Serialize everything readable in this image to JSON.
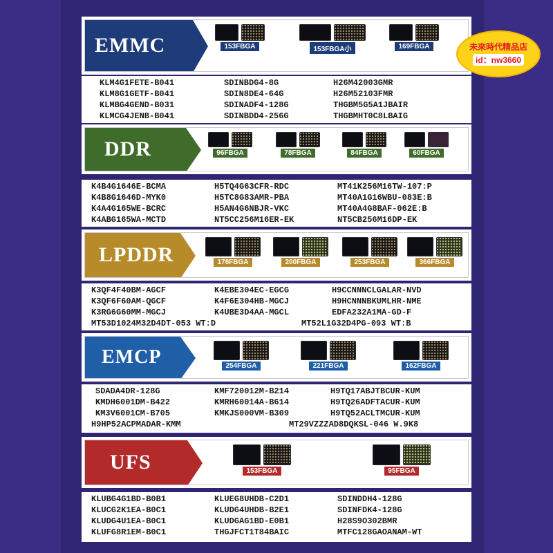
{
  "badge": {
    "line1": "未來時代精品店",
    "line2": "id：nw3660"
  },
  "colors": {
    "emmc": "#1e3b7a",
    "ddr": "#3f6c2a",
    "lpddr": "#b88b2a",
    "emcp": "#1f5fa8",
    "ufs": "#b32a2a"
  },
  "sections": [
    {
      "title": "EMMC",
      "chips": [
        {
          "label": "153FBGA",
          "icon": "emmc-chip-icon"
        },
        {
          "label": "153FBGA小",
          "icon": "emmc-chip-icon"
        },
        {
          "label": "169FBGA",
          "icon": "emmc-chip-icon"
        }
      ],
      "parts": [
        [
          "KLM4G1FETE-B041",
          "SDINBDG4-8G",
          "H26M42003GMR"
        ],
        [
          "KLM8G1GETF-B041",
          "SDIN8DE4-64G",
          "H26M52103FMR"
        ],
        [
          "KLMBG4GEND-B031",
          "SDINADF4-128G",
          "THGBM5G5A1JBAIR"
        ],
        [
          "KLMCG4JENB-B041",
          "SDINBDD4-256G",
          "THGBMHT0C8LBAIG"
        ]
      ]
    },
    {
      "title": "DDR",
      "chips": [
        {
          "label": "96FBGA",
          "icon": "ddr-chip-icon"
        },
        {
          "label": "78FBGA",
          "icon": "ddr-chip-icon"
        },
        {
          "label": "84FBGA",
          "icon": "ddr-chip-icon"
        },
        {
          "label": "60FBGA",
          "icon": "ddr-chip-icon"
        }
      ],
      "parts": [
        [
          "K4B4G1646E-BCMA",
          "H5TQ4G63CFR-RDC",
          "MT41K256M16TW-107:P"
        ],
        [
          "K4B8G1646D-MYK0",
          "H5TC8G83AMR-PBA",
          "MT40A1G16WBU-083E:B"
        ],
        [
          "K4A4G165WE-BCRC",
          "H5AN4G6NBJR-VKC",
          "MT40A4G8BAF-062E:B"
        ],
        [
          "K4ABG165WA-MCTD",
          "NT5CC256M16ER-EK",
          "NT5CB256M16DP-EK"
        ]
      ]
    },
    {
      "title": "LPDDR",
      "chips": [
        {
          "label": "178FBGA",
          "icon": "lpddr-chip-icon"
        },
        {
          "label": "200FBGA",
          "icon": "lpddr-chip-icon"
        },
        {
          "label": "253FBGA",
          "icon": "lpddr-chip-icon"
        },
        {
          "label": "366FBGA",
          "icon": "lpddr-chip-icon"
        }
      ],
      "parts": [
        [
          "K3QF4F40BM-AGCF",
          "K4EBE304EC-EGCG",
          "H9CCNNNCLGALAR-NVD"
        ],
        [
          "K3QF6F60AM-QGCF",
          "K4F6E304HB-MGCJ",
          "H9HCNNNBKUMLHR-NME"
        ],
        [
          "K3RG6G60MM-MGCJ",
          "K4UBE3D4AA-MGCL",
          "EDFA232A1MA-GD-F"
        ],
        [
          "MT53D1024M32D4DT-053 WT:D",
          "MT52L1G32D4PG-093 WT:B"
        ]
      ]
    },
    {
      "title": "EMCP",
      "chips": [
        {
          "label": "254FBGA",
          "icon": "emcp-chip-icon"
        },
        {
          "label": "221FBGA",
          "icon": "emcp-chip-icon"
        },
        {
          "label": "162FBGA",
          "icon": "emcp-chip-icon"
        }
      ],
      "parts": [
        [
          "SDADA4DR-128G",
          "KMF720012M-B214",
          "H9TQ17ABJTBCUR-KUM"
        ],
        [
          "KMDH6001DM-B422",
          "KMRH60014A-B614",
          "H9TQ26ADFTACUR-KUM"
        ],
        [
          "KM3V6001CM-B705",
          "KMKJS000VM-B309",
          "H9TQ52ACLTMCUR-KUM"
        ],
        [
          "H9HP52ACPMADAR-KMM",
          "MT29VZZZAD8DQKSL-046 W.9K8"
        ]
      ]
    },
    {
      "title": "UFS",
      "chips": [
        {
          "label": "153FBGA",
          "icon": "ufs-chip-icon"
        },
        {
          "label": "95FBGA",
          "icon": "ufs-chip-icon"
        }
      ],
      "parts": [
        [
          "KLUBG4G1BD-B0B1",
          "KLUEG8UHDB-C2D1",
          "SDINDDH4-128G"
        ],
        [
          "KLUCG2K1EA-B0C1",
          "KLUDG4UHDB-B2E1",
          "SDINFDK4-128G"
        ],
        [
          "KLUDG4U1EA-B0C1",
          "KLUDGAG1BD-E0B1",
          "H28S9O302BMR"
        ],
        [
          "KLUFG8R1EM-B0C1",
          "THGJFCT1T84BAIC",
          "MTFC128GAOANAM-WT"
        ]
      ]
    }
  ]
}
